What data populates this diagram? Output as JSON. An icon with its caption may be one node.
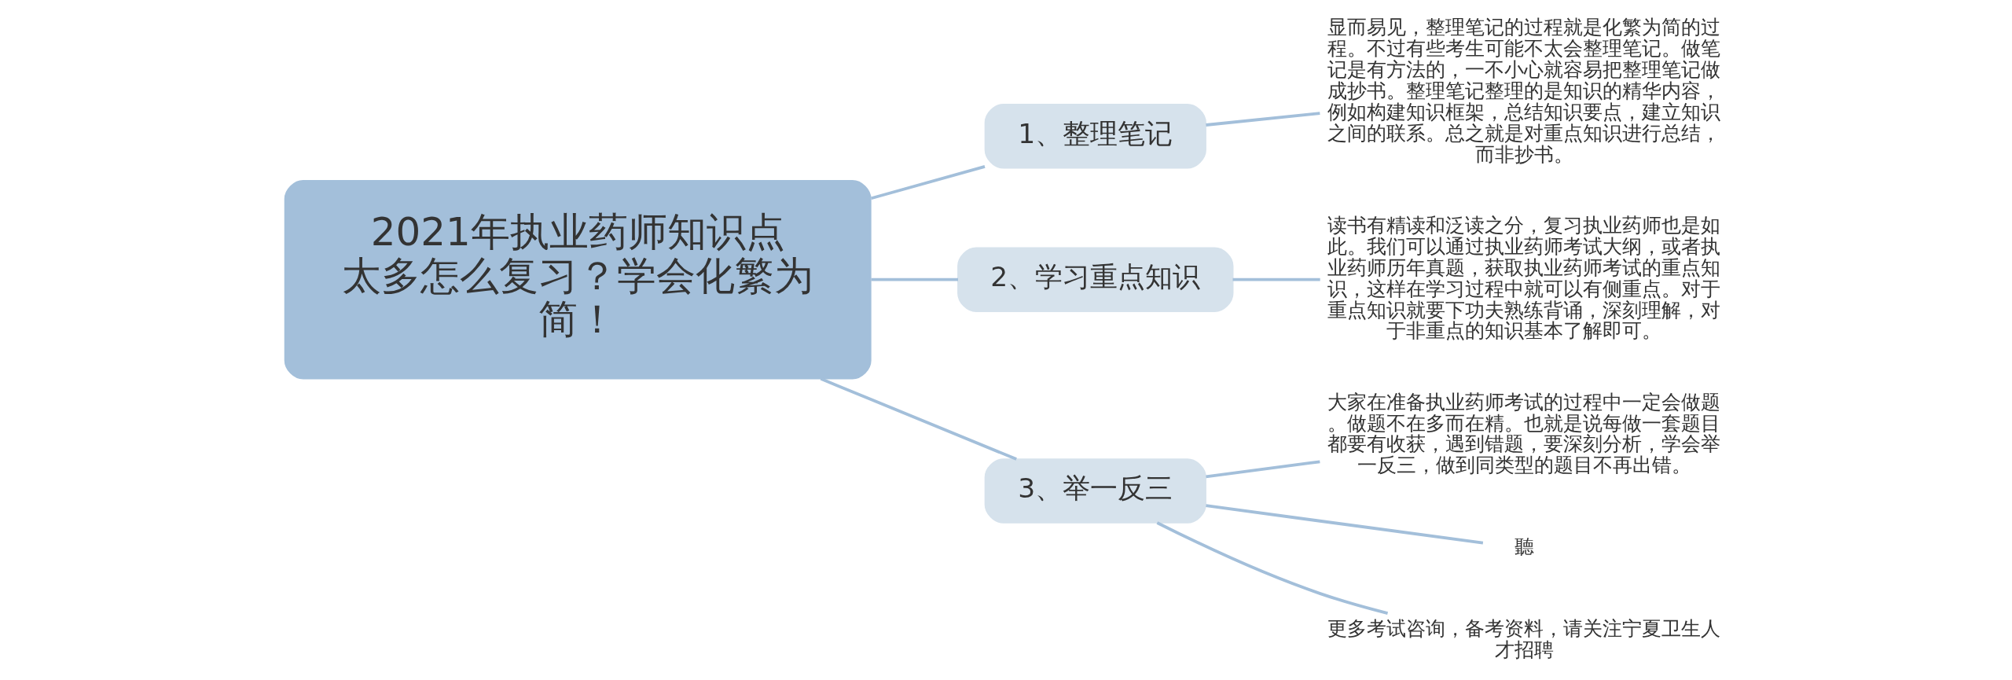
{
  "diagram": {
    "nodes": [
      {
        "text": [
          "2021年执业药师知识点太多怎么复习？学会化繁为简！"
        ]
      },
      {
        "text": [
          "1、整理笔记"
        ]
      },
      {
        "text": [
          "显而易见，整理笔记的过程就是化繁为简的过程。不过有些考生可能不太会整理笔记。做笔记是有方法的，一不小心就容易把整理笔记做成抄书。整理笔记整理的是知识的精华内容，例如构建知识框架，总结知识要点，建立知识之间的联系。总之就是对重点知识进行总结，而非抄书。"
        ]
      },
      {
        "text": [
          "2、学习重点知识"
        ]
      },
      {
        "text": [
          "读书有精读和泛读之分，复习执业药师也是如此。我们可以通过执业药师考试大纲，或者执业药师历年真题，获取执业药师考试的重点知识，这样在学习过程中就可以有侧重点。对于重点知识就要下功夫熟练背诵，深刻理解，对于非重点的知识基本了解即可。"
        ]
      },
      {
        "text": [
          "3、举一反三"
        ]
      },
      {
        "text": [
          "大家在准备执业药师考试的过程中一定会做题。做题不在多而在精。也就是说每做一套题目都要有收获，遇到错题，要深刻分析，学会举一反三，做到同类型的题目不再出错。"
        ]
      },
      {
        "text": [
          "聽"
        ]
      },
      {
        "text": [
          "更多考试咨询，备考资料，请关注宁夏卫生人才招聘"
        ]
      }
    ],
    "edges": [
      {
        "from": 0,
        "to": 1,
        "arrow": "none"
      },
      {
        "from": 1,
        "to": 2,
        "arrow": "none"
      },
      {
        "from": 0,
        "to": 3,
        "arrow": "none"
      },
      {
        "from": 3,
        "to": 4,
        "arrow": "none"
      },
      {
        "from": 0,
        "to": 5,
        "arrow": "none"
      },
      {
        "from": 5,
        "to": 6,
        "arrow": "none"
      },
      {
        "from": 5,
        "to": 7,
        "arrow": "none"
      },
      {
        "from": 5,
        "to": 8,
        "arrow": "none"
      }
    ]
  }
}
